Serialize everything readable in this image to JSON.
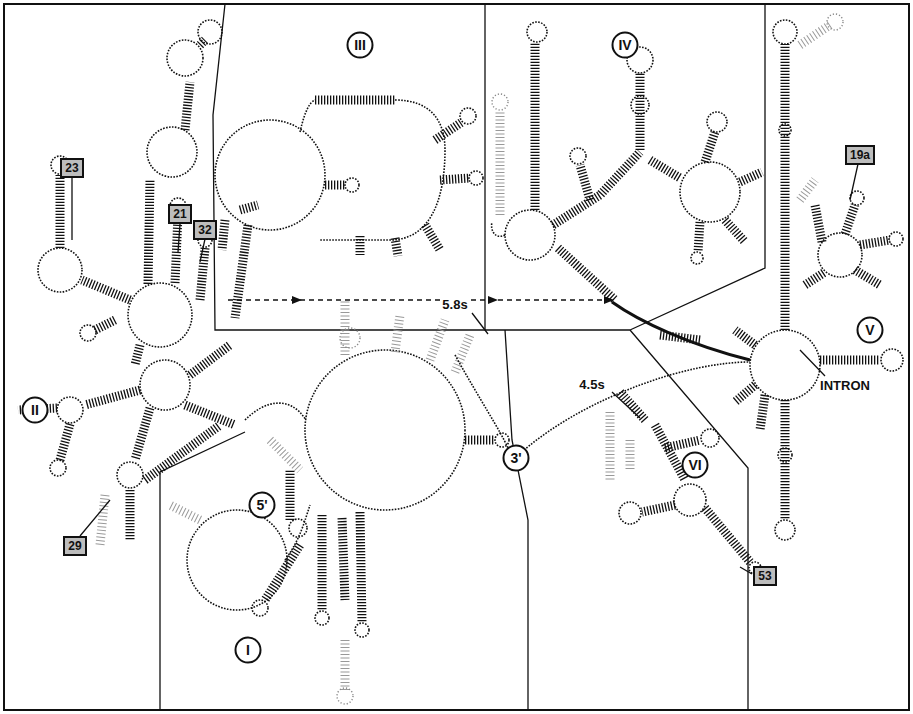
{
  "diagram": {
    "nodes": [
      {
        "text": [
          "III"
        ]
      },
      {
        "text": [
          "IV"
        ]
      },
      {
        "text": [
          "19a"
        ]
      },
      {
        "text": [
          "23"
        ]
      },
      {
        "text": [
          "21"
        ]
      },
      {
        "text": [
          "32"
        ]
      },
      {
        "text": [
          "V"
        ]
      },
      {
        "text": [
          "II"
        ]
      },
      {
        "text": [
          "3'"
        ]
      },
      {
        "text": [
          "VI"
        ]
      },
      {
        "text": [
          "5'"
        ]
      },
      {
        "text": [
          "29"
        ]
      },
      {
        "text": [
          "53"
        ]
      },
      {
        "text": [
          "I"
        ]
      }
    ],
    "labels": [
      "5.8s",
      "4.5s",
      "INTRON"
    ]
  }
}
